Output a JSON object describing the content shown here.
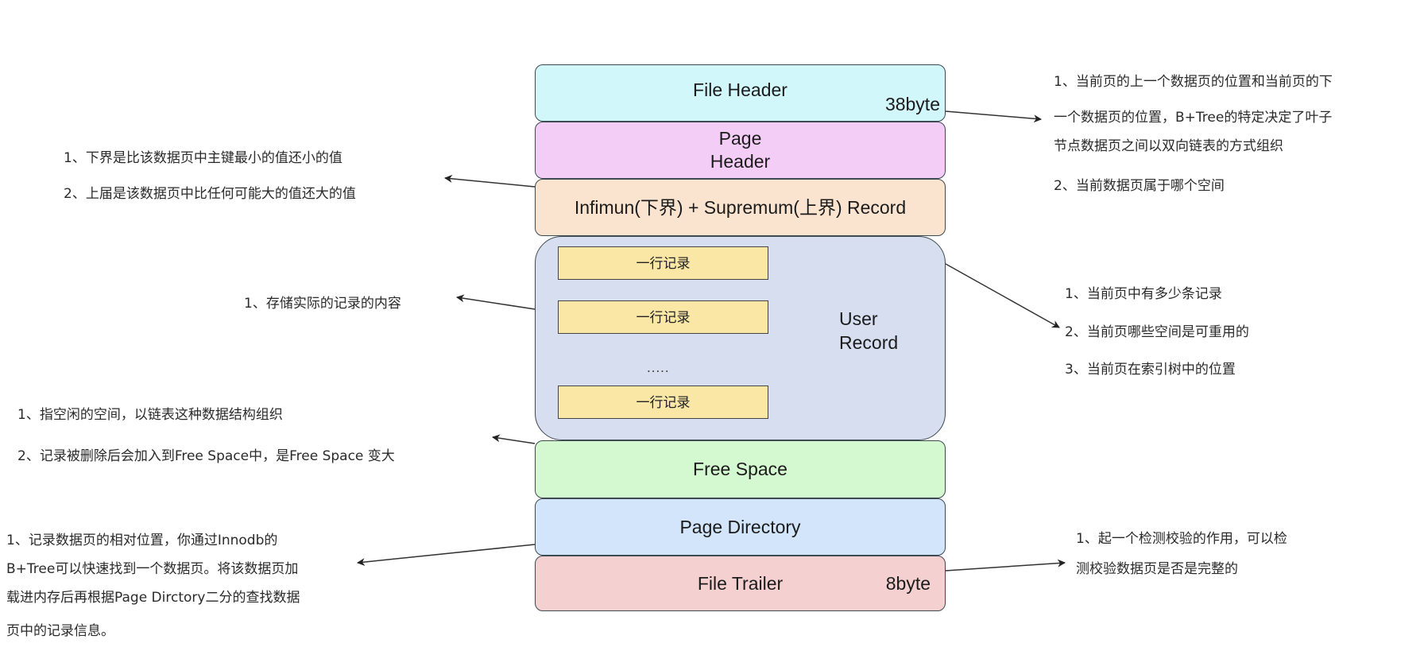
{
  "diagram": {
    "title": "InnoDB Data Page Structure",
    "segments": {
      "file_header": {
        "label": "File Header",
        "size": "38byte",
        "color": "#d2f7fb"
      },
      "page_header": {
        "label_line1": "Page",
        "label_line2": "Header",
        "color": "#f4cdf7"
      },
      "infimum_supremum": {
        "label": "Infimun(下界) + Supremum(上界) Record",
        "color": "#fbe4cf"
      },
      "user_record": {
        "label_line1": "User",
        "label_line2": "Record",
        "color": "#d6def0",
        "rows": [
          "一行记录",
          "一行记录",
          "一行记录"
        ],
        "ellipsis": ".....",
        "row_color": "#fae7a6"
      },
      "free_space": {
        "label": "Free Space",
        "color": "#d4f8cf"
      },
      "page_directory": {
        "label": "Page Directory",
        "color": "#d2e5fa"
      },
      "file_trailer": {
        "label": "File Trailer",
        "size": "8byte",
        "color": "#f5d0d0"
      }
    },
    "notes": {
      "file_header": [
        "1、当前页的上一个数据页的位置和当前页的下",
        "一个数据页的位置，B+Tree的特定决定了叶子",
        "节点数据页之间以双向链表的方式组织",
        "2、当前数据页属于哪个空间"
      ],
      "infimum_supremum": [
        "1、下界是比该数据页中主键最小的值还小的值",
        "2、上届是该数据页中比任何可能大的值还大的值"
      ],
      "user_record_left": [
        "1、存储实际的记录的内容"
      ],
      "user_record_right": [
        "1、当前页中有多少条记录",
        "2、当前页哪些空间是可重用的",
        "3、当前页在索引树中的位置"
      ],
      "free_space": [
        "1、指空闲的空间，以链表这种数据结构组织",
        "2、记录被删除后会加入到Free Space中，是Free Space 变大"
      ],
      "page_directory": [
        "1、记录数据页的相对位置，你通过Innodb的",
        "B+Tree可以快速找到一个数据页。将该数据页加",
        "载进内存后再根据Page Dirctory二分的查找数据",
        "页中的记录信息。"
      ],
      "file_trailer": [
        "1、起一个检测校验的作用，可以检",
        "测校验数据页是否是完整的"
      ]
    }
  }
}
